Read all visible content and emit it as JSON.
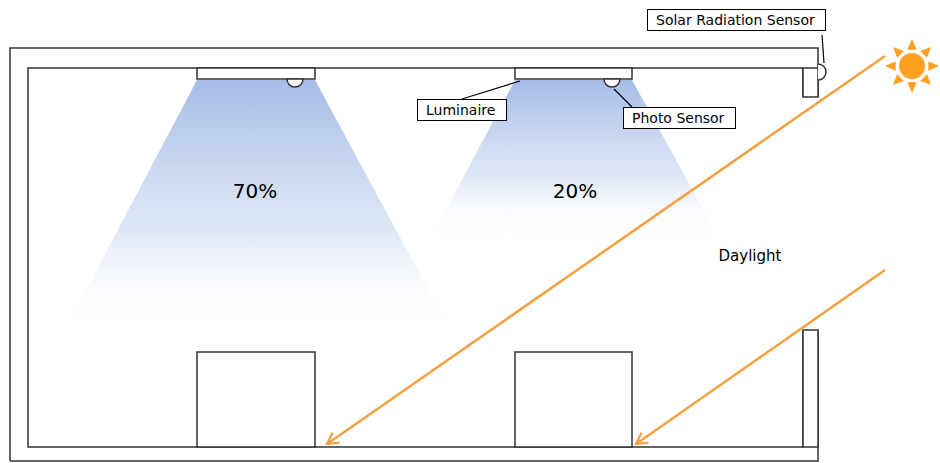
{
  "diagram": {
    "nodes": [
      {
        "text": [
          "Solar Radiation Sensor"
        ]
      },
      {
        "text": [
          "Luminaire"
        ]
      },
      {
        "text": [
          "Photo Sensor"
        ]
      }
    ],
    "labels": [
      "70%",
      "20%",
      "Daylight"
    ]
  }
}
